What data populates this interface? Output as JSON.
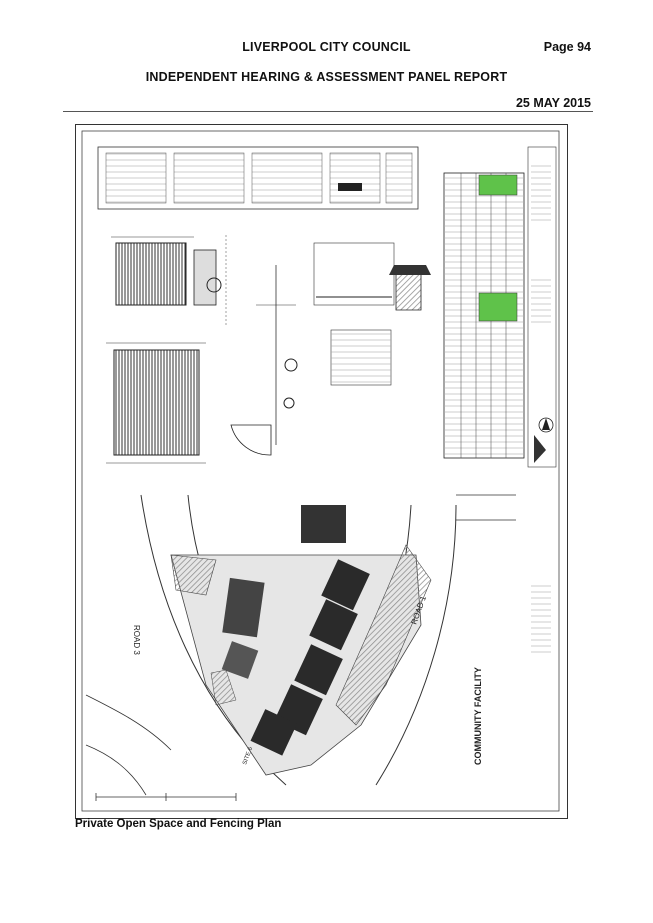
{
  "header": {
    "council": "LIVERPOOL CITY COUNCIL",
    "page": "Page 94",
    "report_title": "INDEPENDENT HEARING & ASSESSMENT PANEL REPORT",
    "date": "25 MAY 2015"
  },
  "plan": {
    "road_3": "ROAD 3",
    "road_1": "ROAD 1",
    "community_facility": "COMMUNITY FACILITY",
    "site": "SITE 6"
  },
  "caption": "Private Open Space and Fencing Plan",
  "colors": {
    "highlight_green": "#5fc24a",
    "ink": "#222222",
    "hatch": "#9a9a9a"
  }
}
